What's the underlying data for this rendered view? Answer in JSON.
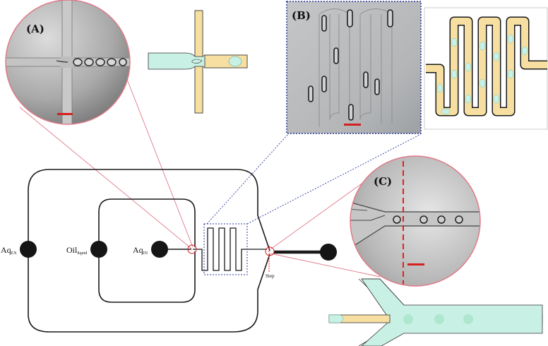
{
  "panels": {
    "a": "(A)",
    "b": "(B)",
    "c": "(C)"
  },
  "ports": {
    "aq_ex": {
      "main": "Aq",
      "sub": "EX"
    },
    "oil": {
      "main": "Oil",
      "sub": "liquid"
    },
    "aq_in": {
      "main": "Aq",
      "sub": "IN"
    }
  },
  "step_label": "Step",
  "colors": {
    "aqueous": "#c9f0e4",
    "oil": "#f6dfa0",
    "channel_outline": "#1a1a1a",
    "zoom_line_red": "#e07a8a",
    "zoom_line_blue": "#2a3a9a",
    "scale_bar": "#d42020",
    "dashed_red": "#e02020"
  }
}
